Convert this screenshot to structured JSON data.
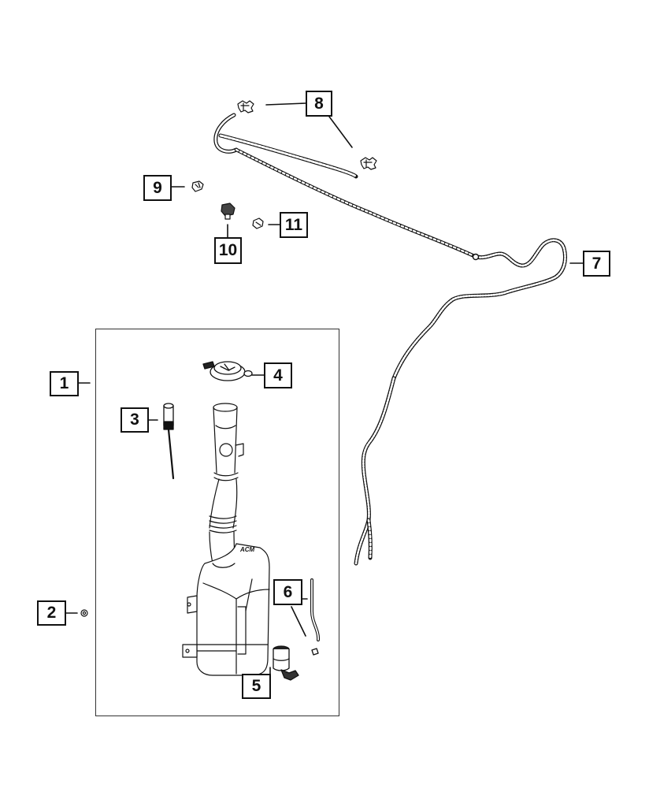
{
  "diagram": {
    "title": "Windshield Washer System",
    "callouts": [
      {
        "number": "1",
        "part": "Washer Reservoir Assembly"
      },
      {
        "number": "2",
        "part": "Nut / Screw"
      },
      {
        "number": "3",
        "part": "Fluid Level Sensor"
      },
      {
        "number": "4",
        "part": "Reservoir Cap"
      },
      {
        "number": "5",
        "part": "Washer Pump"
      },
      {
        "number": "6",
        "part": "Washer Hose"
      },
      {
        "number": "7",
        "part": "Washer Hose Assembly"
      },
      {
        "number": "8",
        "part": "Washer Nozzles"
      },
      {
        "number": "9",
        "part": "Hose Clip"
      },
      {
        "number": "10",
        "part": "Hose Clip"
      },
      {
        "number": "11",
        "part": "Hose Clip"
      }
    ],
    "reservoir_marking": "ACM"
  }
}
